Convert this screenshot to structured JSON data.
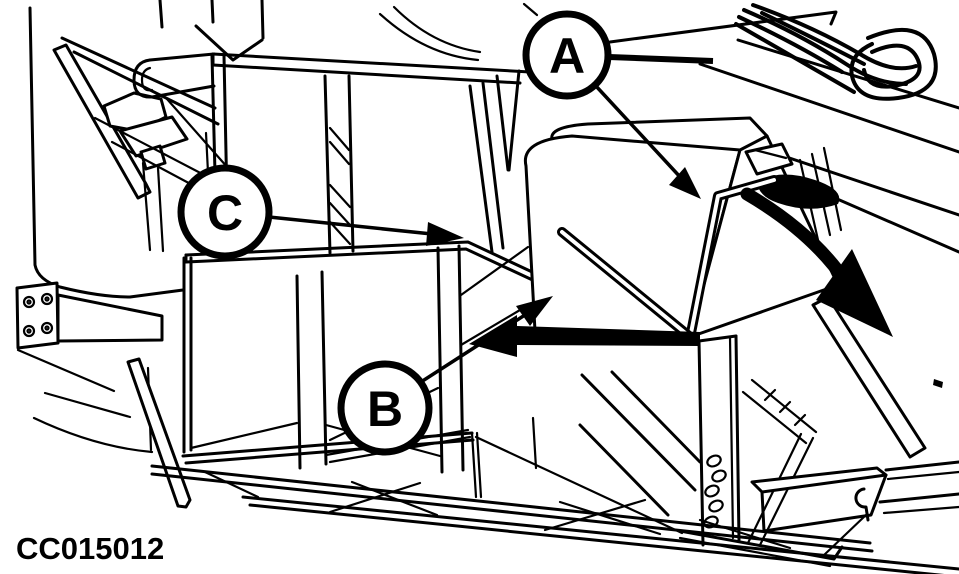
{
  "figure": {
    "code": "CC015012"
  },
  "callouts": [
    {
      "label": "A"
    },
    {
      "label": "B"
    },
    {
      "label": "C"
    }
  ],
  "colors": {
    "line": "#000000",
    "background": "#ffffff"
  }
}
